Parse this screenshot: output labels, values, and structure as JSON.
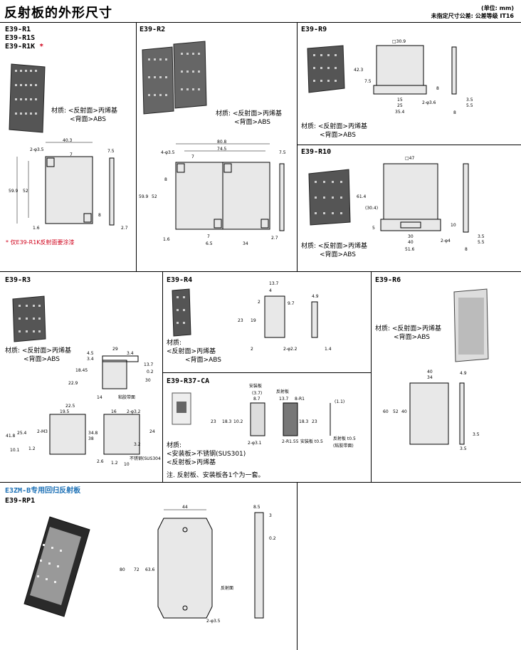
{
  "page": {
    "title": "反射板的外形尺寸",
    "unit": "(单位: mm)",
    "tolerance": "未指定尺寸公差: 公差等级 IT16"
  },
  "sections": {
    "r1": {
      "models": [
        "E39-R1",
        "E39-R1S",
        "E39-R1K"
      ],
      "asterisk": "*",
      "material": [
        "材质: <反射面>丙烯基",
        "<背面>ABS"
      ],
      "note": "* 仅E39-R1K反射面要涂漆",
      "dims": [
        "40.3",
        "7",
        "7.5",
        "2-φ3.5",
        "59.9",
        "52",
        "8",
        "1.6",
        "2.7"
      ]
    },
    "r2": {
      "model": "E39-R2",
      "material": [
        "材质: <反射面>丙烯基",
        "<背面>ABS"
      ],
      "dims": [
        "80.8",
        "74.5",
        "7",
        "7.5",
        "4-φ3.5",
        "59.9",
        "52",
        "8",
        "1.6",
        "7",
        "6.5",
        "34",
        "2.7"
      ]
    },
    "r9": {
      "model": "E39-R9",
      "material": [
        "材质: <反射面>丙烯基",
        "<背面>ABS"
      ],
      "dims": [
        "□30.9",
        "42.3",
        "7.5",
        "8",
        "15",
        "25",
        "2-φ3.6",
        "35.4",
        "3.5",
        "5.5",
        "8"
      ]
    },
    "r10": {
      "model": "E39-R10",
      "material": [
        "材质: <反射面>丙烯基",
        "<背面>ABS"
      ],
      "dims": [
        "□47",
        "61.4",
        "(30.4)",
        "5",
        "10",
        "30",
        "40",
        "51.6",
        "2-φ4",
        "3.5",
        "5.5",
        "8"
      ]
    },
    "r3": {
      "model": "E39-R3",
      "material": [
        "材质: <反射面>丙烯基",
        "<背面>ABS"
      ],
      "dims": [
        "4.5",
        "29",
        "3.4",
        "13.7",
        "18.45",
        "22.9",
        "30",
        "0.2",
        "3.4",
        "22.5",
        "19.5",
        "16",
        "2-φ3.2",
        "41.8",
        "25.4",
        "2-M3",
        "34.8",
        "38",
        "10.1",
        "1.2",
        "3.2",
        "24",
        "2.6",
        "1.2",
        "10",
        "不锈钢(SUS304)",
        "粘胶带面",
        "14"
      ]
    },
    "r4": {
      "model": "E39-R4",
      "material": [
        "材质:",
        "<反射面>丙烯基",
        "<背面>ABS"
      ],
      "dims": [
        "13.7",
        "4",
        "2",
        "9.7",
        "4.9",
        "23",
        "19",
        "2",
        "2-φ2.2",
        "1.4"
      ]
    },
    "r37": {
      "model": "E39-R37-CA",
      "material": [
        "材质:",
        "<安装板>不锈钢(SUS301)",
        "<反射板>丙烯基"
      ],
      "note": "注. 反射板、安装板各1个为一套。",
      "dims": [
        "安装板",
        "(3.7)",
        "8.7",
        "反射板",
        "13.7",
        "8-R1",
        "(1.1)",
        "23",
        "18.3",
        "10.2",
        "18.3",
        "23",
        "2-φ3.1",
        "2-R1.55",
        "安装板 t0.5",
        "反射板 t0.5",
        "(粘胶带面)"
      ]
    },
    "r6": {
      "model": "E39-R6",
      "material": [
        "材质: <反射面>丙烯基",
        "<背面>ABS"
      ],
      "dims": [
        "40",
        "34",
        "4.9",
        "60",
        "52",
        "40",
        "3.5",
        "3.5"
      ]
    },
    "rp1": {
      "heading": "E3ZM-B专用回归反射板",
      "model": "E39-RP1",
      "dims": [
        "44",
        "8.5",
        "3",
        "0.2",
        "80",
        "72",
        "63.6",
        "反射面",
        "2-φ3.5"
      ]
    }
  }
}
